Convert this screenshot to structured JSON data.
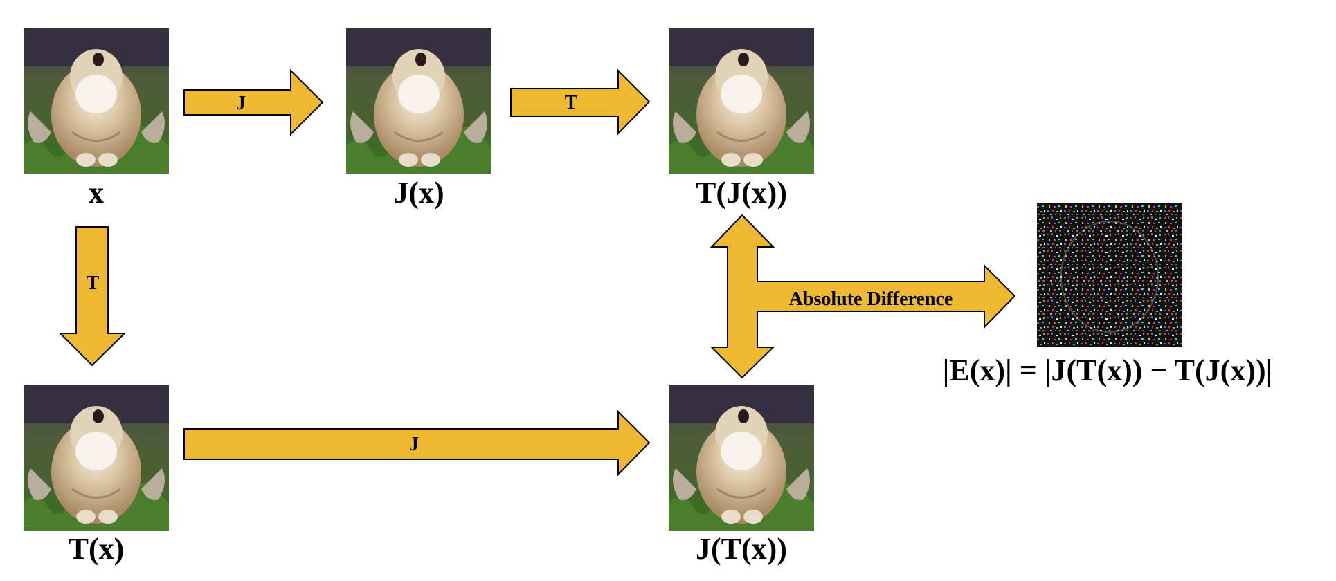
{
  "images": {
    "x": {
      "label": "x",
      "icon": "fluffy-cat-photo"
    },
    "jx": {
      "label": "J(x)",
      "icon": "fluffy-cat-photo"
    },
    "tjx": {
      "label": "T(J(x))",
      "icon": "fluffy-cat-photo"
    },
    "tx": {
      "label": "T(x)",
      "icon": "fluffy-cat-photo"
    },
    "jtx": {
      "label": "J(T(x))",
      "icon": "fluffy-cat-photo"
    },
    "error": {
      "label": "|E(x)| = |J(T(x)) − T(J(x))|",
      "icon": "noise-difference-map"
    }
  },
  "arrows": {
    "x_to_jx": "J",
    "jx_to_tjx": "T",
    "x_to_tx": "T",
    "tx_to_jtx": "J",
    "difference": "Absolute Difference"
  },
  "colors": {
    "arrow_fill": "#edb932",
    "arrow_stroke": "#000000",
    "grass": "#4d6f2c",
    "fur": "#d8c2a0"
  }
}
